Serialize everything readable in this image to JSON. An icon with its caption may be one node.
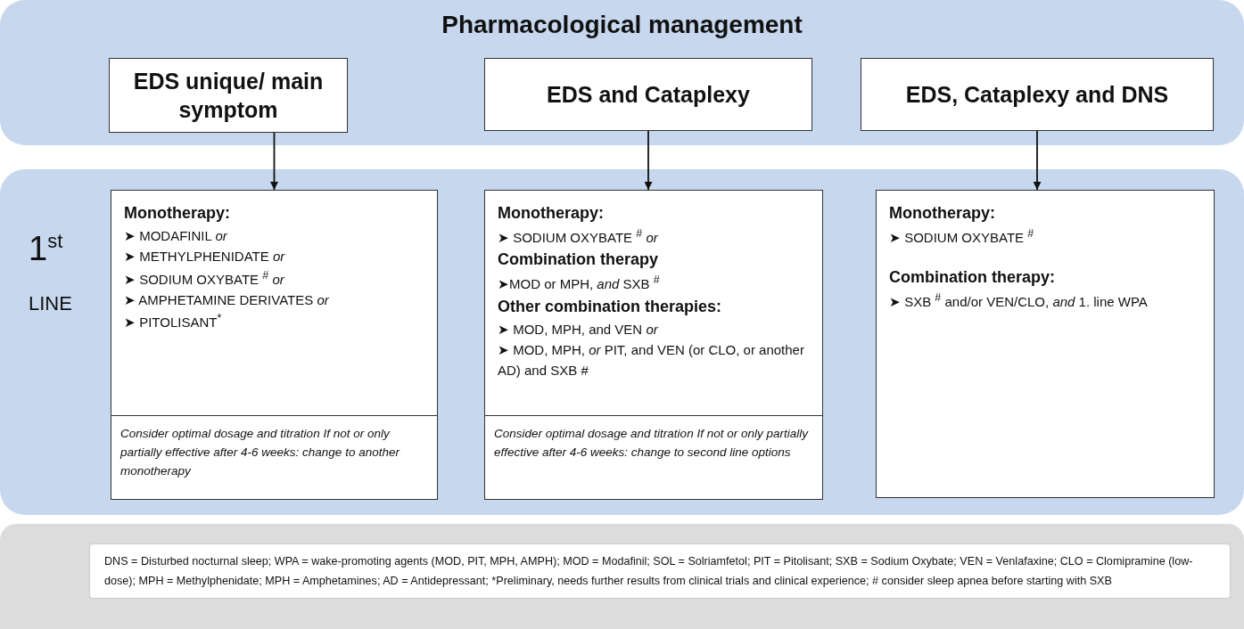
{
  "diagram": {
    "nodes": [
      {
        "text": [
          "Pharmacological management"
        ]
      },
      {
        "text": [
          "EDS unique/ main symptom"
        ],
        "in": 0
      },
      {
        "text": [
          "EDS and Cataplexy"
        ],
        "in": 0
      },
      {
        "text": [
          "EDS, Cataplexy and DNS"
        ],
        "in": 0
      },
      {
        "text": [
          "1$^{st}$",
          "LINE"
        ]
      },
      {
        "text": [
          "Monotherapy:",
          "➤ MODAFINIL *or*",
          "➤ METHYLPHENIDATE *or*",
          "➤ SODIUM OXYBATE $^{#}$ *or*",
          "➤ AMPHETAMINE DERIVATES *or*",
          "➤ PITOLISANT$^{*}$"
        ],
        "in": 4
      },
      {
        "text": [
          "Consider optimal dosage and titration If not or only partially effective after 4-6 weeks: change to another monotherapy"
        ],
        "in": 4
      },
      {
        "text": [
          "Monotherapy:",
          "➤ SODIUM OXYBATE $^{#}$ *or*",
          "Combination therapy",
          "➤MOD or MPH, *and* SXB $^{#}$",
          "Other combination therapies:",
          "➤ MOD, MPH, and VEN *or*",
          "➤ MOD, MPH, *or* PIT, and VEN (or CLO, or another AD) and SXB #"
        ],
        "in": 4
      },
      {
        "text": [
          "Consider optimal dosage and titration If not or only partially effective after 4-6 weeks: change to second line options"
        ],
        "in": 4
      },
      {
        "text": [
          "Monotherapy:",
          "➤ SODIUM OXYBATE $^{#}$",
          "Combination therapy:",
          "➤ SXB $^{#}$ and/or VEN/CLO, *and* 1. line WPA"
        ],
        "in": 4
      }
    ],
    "edges": [
      {
        "from": 1,
        "to": 5,
        "arrow": "to"
      },
      {
        "from": 2,
        "to": 7,
        "arrow": "to"
      },
      {
        "from": 3,
        "to": 9,
        "arrow": "to"
      }
    ],
    "labels": [
      "DNS = Disturbed nocturnal sleep; WPA = wake-promoting agents (MOD, PIT, MPH, AMPH); MOD = Modafinil; SOL = Solriamfetol; PIT = Pitolisant; SXB = Sodium Oxybate; VEN = Venlafaxine; CLO = Clomipramine (low-dose); MPH = Methylphenidate; MPH = Amphetamines; AD = Antidepressant; *Preliminary, needs further results from clinical trials and clinical experience; # consider sleep apnea before starting with SXB"
    ]
  }
}
